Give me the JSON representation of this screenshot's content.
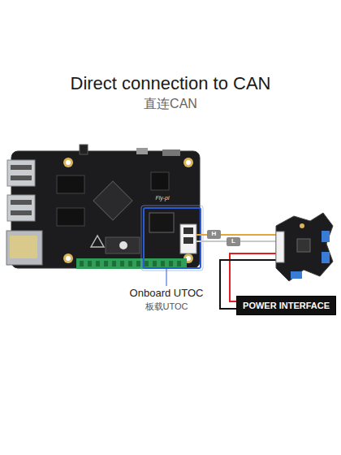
{
  "diagram": {
    "title": "Direct connection to CAN",
    "nodes": [
      {
        "text": [
          "POWER INTERFACE"
        ]
      }
    ],
    "labels": [
      "直连CAN",
      "Onboard UTOC",
      "板载UTOC",
      "H",
      "L",
      "Fly-pi"
    ]
  }
}
